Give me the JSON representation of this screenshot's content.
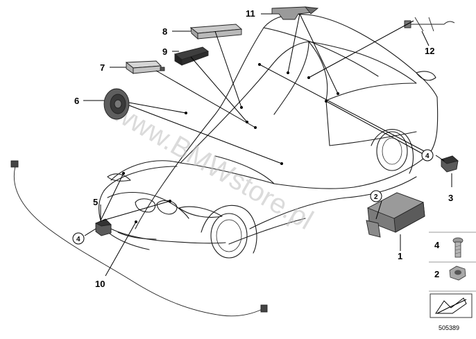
{
  "labels": {
    "l1": "1",
    "l2": "2",
    "l3": "3",
    "l4": "4",
    "l5": "5",
    "l6": "6",
    "l7": "7",
    "l8": "8",
    "l9": "9",
    "l10": "10",
    "l11": "11",
    "l12": "12",
    "circled_2_module": "2",
    "circled_4_right": "4",
    "circled_4_left": "4"
  },
  "legend": {
    "bolt_number": "4",
    "nut_number": "2"
  },
  "watermark": "www.BMWstore.pl",
  "diagram_id": "505389"
}
